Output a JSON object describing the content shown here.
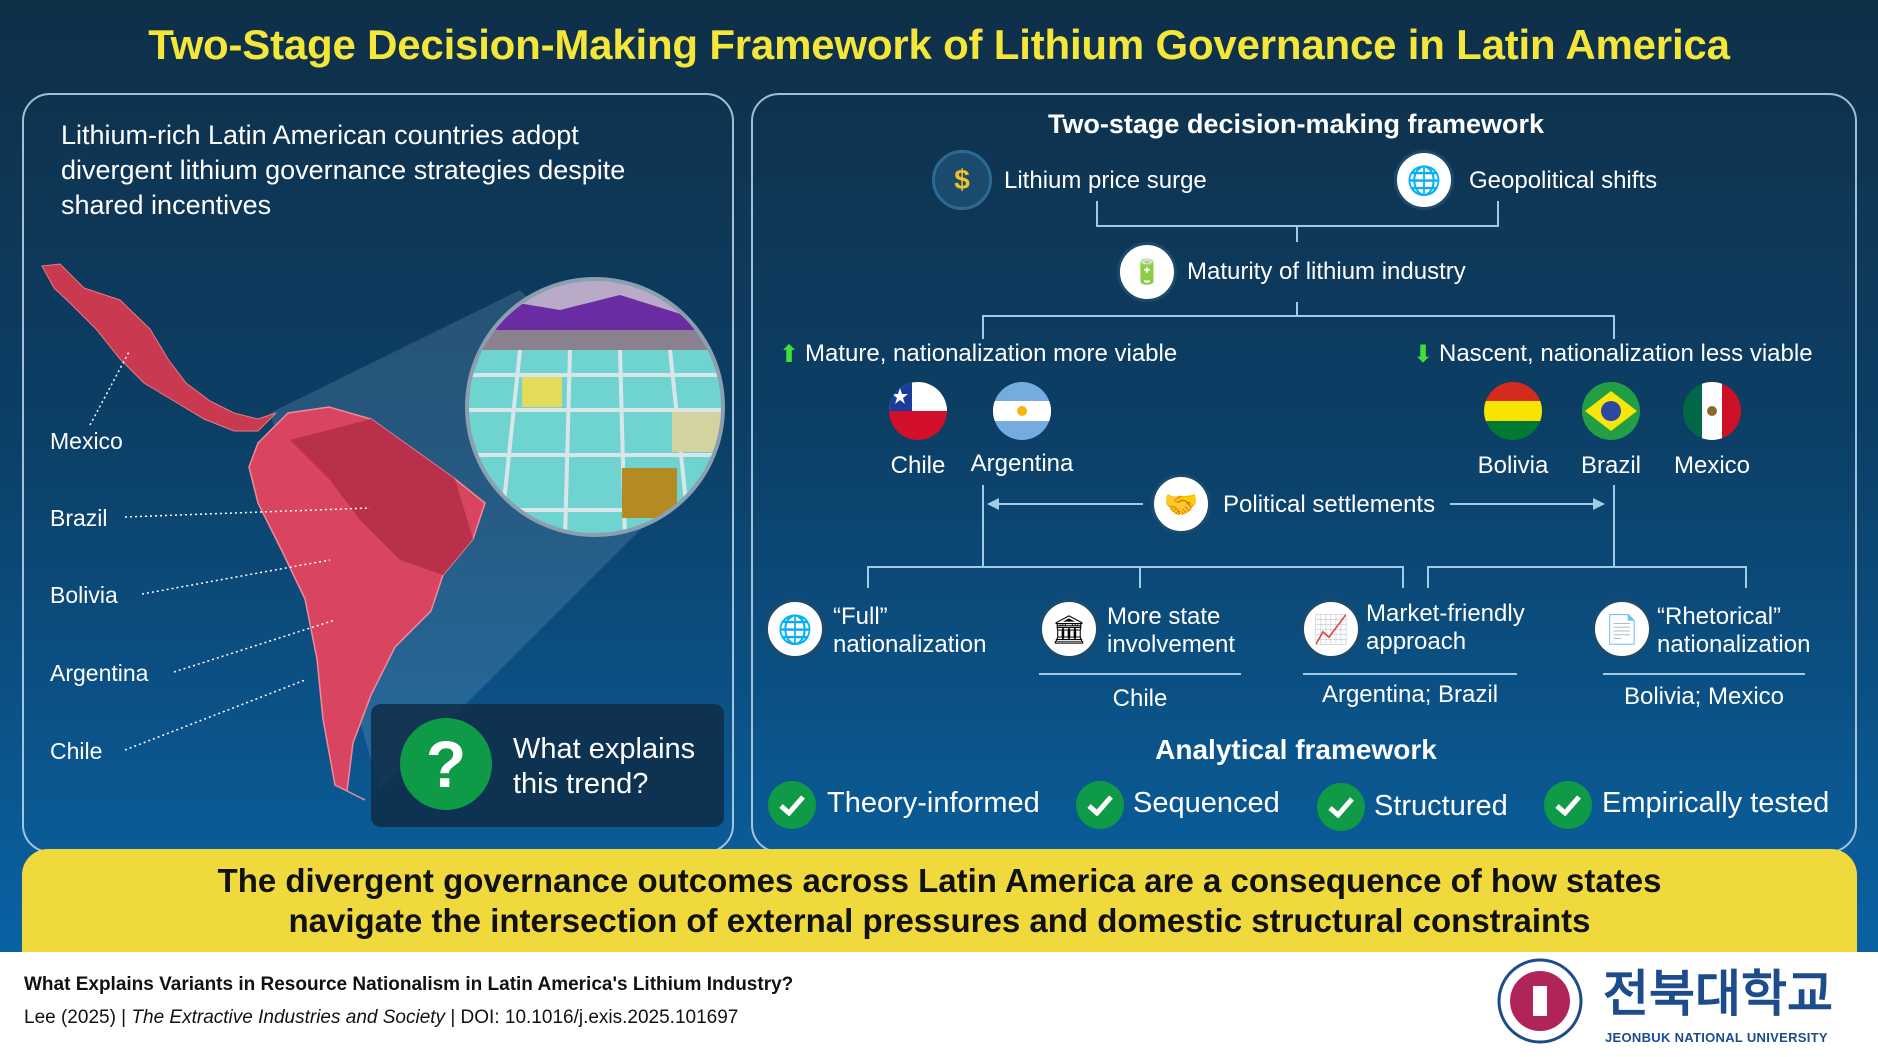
{
  "title": "Two-Stage Decision-Making Framework of Lithium Governance in Latin America",
  "left": {
    "intro": [
      "Lithium-rich Latin American countries adopt",
      "divergent lithium governance strategies despite",
      "shared incentives"
    ],
    "map_labels": [
      "Mexico",
      "Brazil",
      "Bolivia",
      "Argentina",
      "Chile"
    ],
    "question": [
      "What explains",
      "this trend?"
    ],
    "question_icon": "question-mark"
  },
  "right": {
    "heading": "Two-stage decision-making framework",
    "drivers": [
      {
        "label": "Lithium price surge",
        "icon": "dollar-up-arrow"
      },
      {
        "label": "Geopolitical shifts",
        "icon": "globe-warning"
      }
    ],
    "maturity": {
      "label": "Maturity of lithium industry",
      "icon": "battery"
    },
    "branches": [
      {
        "label": "Mature, nationalization more viable",
        "arrow": "up",
        "countries": [
          "Chile",
          "Argentina"
        ]
      },
      {
        "label": "Nascent, nationalization less viable",
        "arrow": "down",
        "countries": [
          "Bolivia",
          "Brazil",
          "Mexico"
        ]
      }
    ],
    "settlements": {
      "label": "Political settlements",
      "icon": "handshake-documents"
    },
    "outcomes": [
      {
        "lines": [
          "“Full”",
          "nationalization"
        ],
        "icon": "globe-flag",
        "cases": ""
      },
      {
        "lines": [
          "More state",
          "involvement"
        ],
        "icon": "government-building",
        "cases": "Chile"
      },
      {
        "lines": [
          "Market-friendly",
          "approach"
        ],
        "icon": "rising-chart",
        "cases": "Argentina; Brazil"
      },
      {
        "lines": [
          "“Rhetorical”",
          "nationalization"
        ],
        "icon": "globe-document",
        "cases": "Bolivia; Mexico"
      }
    ],
    "analytical_heading": "Analytical framework",
    "criteria": [
      "Theory-informed",
      "Sequenced",
      "Structured",
      "Empirically tested"
    ]
  },
  "banner": [
    "The divergent governance outcomes across Latin America are a consequence of how states",
    "navigate the intersection of external pressures and domestic structural constraints"
  ],
  "footer": {
    "title": "What Explains Variants in Resource Nationalism in Latin America's Lithium Industry?",
    "author": "Lee (2025) | ",
    "journal": "The Extractive Industries and Society",
    " doi": " | DOI: 10.1016/j.exis.2025.101697",
    "doi": " | DOI: 10.1016/j.exis.2025.101697",
    "logo_kr": "전북대학교",
    "logo_en": "JEONBUK NATIONAL UNIVERSITY"
  },
  "colors": {
    "title": "#f5e63a",
    "banner": "#efd93c",
    "check": "#0f9a48",
    "arrow_up": "#3fe03a",
    "map": "#d94560"
  }
}
